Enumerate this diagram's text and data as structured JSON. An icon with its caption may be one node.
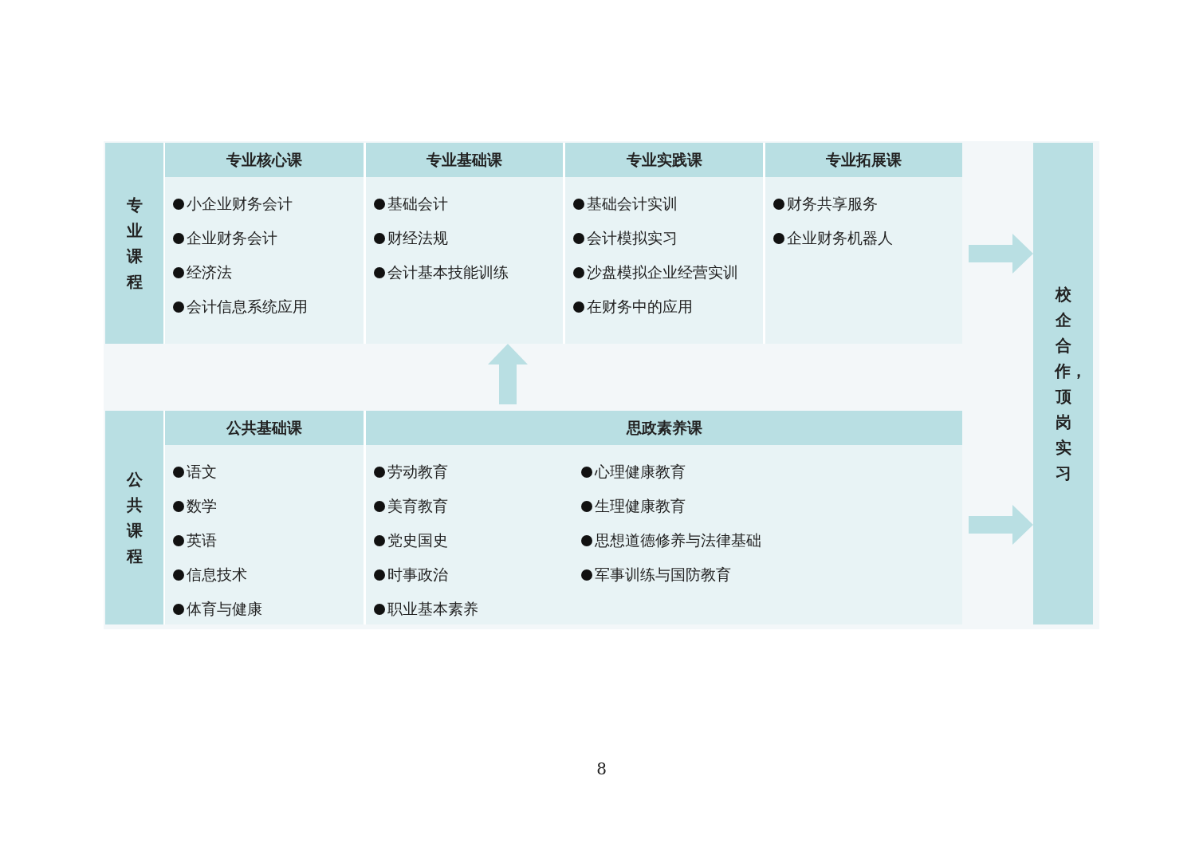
{
  "diagram": {
    "nodes": [
      {
        "text": [],
        "shape": "box"
      },
      {
        "text": [
          "专业课程"
        ],
        "in": 0
      },
      {
        "text": [
          "专业核心课",
          "小企业财务会计",
          "企业财务会计",
          "经济法",
          "会计信息系统应用"
        ],
        "in": 0
      },
      {
        "text": [
          "专业基础课",
          "基础会计",
          "财经法规",
          "会计基本技能训练"
        ],
        "in": 0
      },
      {
        "text": [
          "专业实践课",
          "基础会计实训",
          "会计模拟实习",
          "沙盘模拟企业经营实训",
          "在财务中的应用"
        ],
        "in": 0
      },
      {
        "text": [
          "专业拓展课",
          "财务共享服务",
          "企业财务机器人"
        ],
        "in": 0
      },
      {
        "text": [],
        "shape": "box"
      },
      {
        "text": [
          "公共课程"
        ],
        "in": 6
      },
      {
        "text": [
          "公共基础课",
          "语文",
          "数学",
          "英语",
          "信息技术",
          "体育与健康"
        ],
        "in": 6
      },
      {
        "text": [
          "思政素养课",
          "劳动教育",
          "美育教育",
          "党史国史",
          "时事政治",
          "职业基本素养",
          "心理健康教育",
          "生理健康教育",
          "思想道德修养与法律基础",
          "军事训练与国防教育"
        ],
        "in": 6
      },
      {
        "text": [
          "校企合作，顶岗实习"
        ]
      }
    ],
    "edges": [
      {
        "from": 6,
        "to": 0,
        "arrow": "to"
      },
      {
        "from": 0,
        "to": 10,
        "arrow": "to"
      },
      {
        "from": 6,
        "to": 10,
        "arrow": "to"
      }
    ],
    "labels": [
      "8"
    ]
  }
}
